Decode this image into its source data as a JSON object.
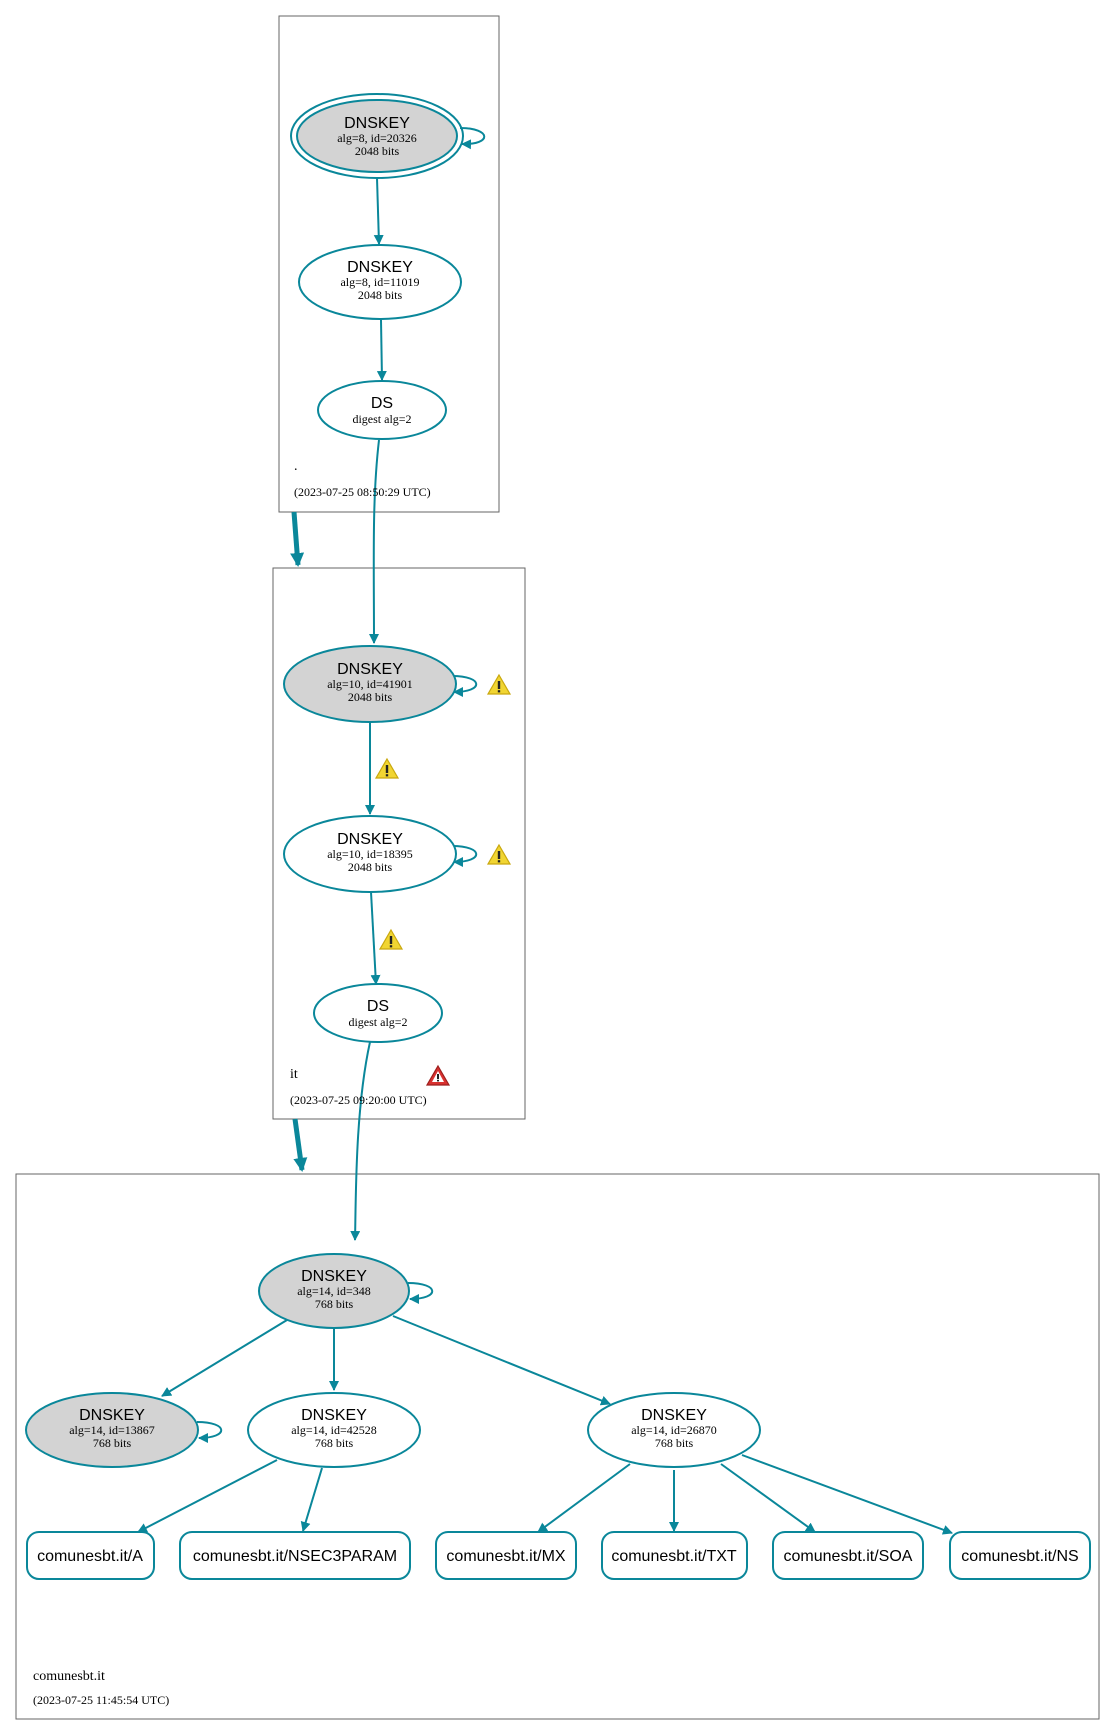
{
  "zones": {
    "root": {
      "name": ".",
      "timestamp": "(2023-07-25 08:50:29 UTC)"
    },
    "it": {
      "name": "it",
      "timestamp": "(2023-07-25 09:20:00 UTC)"
    },
    "comunesbt": {
      "name": "comunesbt.it",
      "timestamp": "(2023-07-25 11:45:54 UTC)"
    }
  },
  "nodes": {
    "root_ksk": {
      "title": "DNSKEY",
      "line1": "alg=8, id=20326",
      "line2": "2048 bits"
    },
    "root_zsk": {
      "title": "DNSKEY",
      "line1": "alg=8, id=11019",
      "line2": "2048 bits"
    },
    "root_ds": {
      "title": "DS",
      "line1": "digest alg=2"
    },
    "it_ksk": {
      "title": "DNSKEY",
      "line1": "alg=10, id=41901",
      "line2": "2048 bits"
    },
    "it_zsk": {
      "title": "DNSKEY",
      "line1": "alg=10, id=18395",
      "line2": "2048 bits"
    },
    "it_ds": {
      "title": "DS",
      "line1": "digest alg=2"
    },
    "c_ksk": {
      "title": "DNSKEY",
      "line1": "alg=14, id=348",
      "line2": "768 bits"
    },
    "c_k13867": {
      "title": "DNSKEY",
      "line1": "alg=14, id=13867",
      "line2": "768 bits"
    },
    "c_k42528": {
      "title": "DNSKEY",
      "line1": "alg=14, id=42528",
      "line2": "768 bits"
    },
    "c_k26870": {
      "title": "DNSKEY",
      "line1": "alg=14, id=26870",
      "line2": "768 bits"
    }
  },
  "records": {
    "a": "comunesbt.it/A",
    "nsec3param": "comunesbt.it/NSEC3PARAM",
    "mx": "comunesbt.it/MX",
    "txt": "comunesbt.it/TXT",
    "soa": "comunesbt.it/SOA",
    "ns": "comunesbt.it/NS"
  },
  "colors": {
    "edge": "#0a879a",
    "key_fill": "#d3d3d3",
    "warning_fill": "#f1d532",
    "error_fill": "#d9312f",
    "zone_border": "#666666"
  },
  "icons": {
    "warning": "warning-icon",
    "error": "error-icon"
  }
}
